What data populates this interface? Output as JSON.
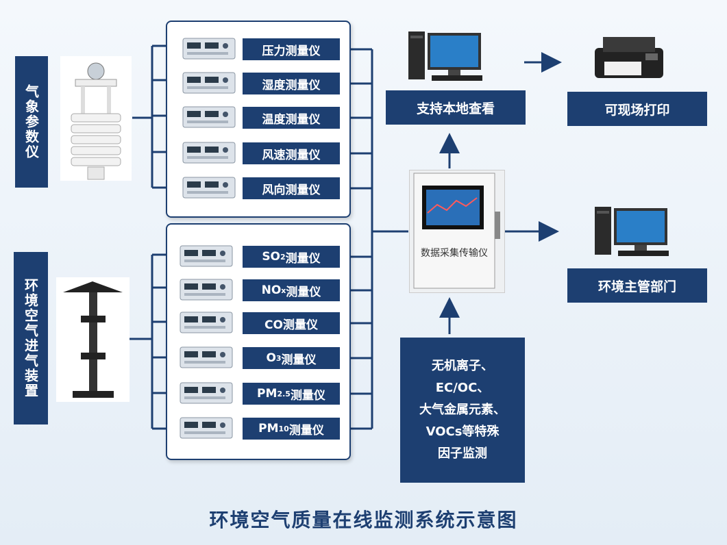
{
  "title": "环境空气质量在线监测系统示意图",
  "left": {
    "weather_label": "气象参数仪",
    "air_inlet_label": "环境空气进气装置"
  },
  "weather_instruments": [
    "压力测量仪",
    "湿度测量仪",
    "温度测量仪",
    "风速测量仪",
    "风向测量仪"
  ],
  "gas_instruments": {
    "so2_main": "SO",
    "so2_sub": "2",
    "so2_suffix": "测量仪",
    "nox_main": "NO",
    "nox_sub": "x",
    "nox_suffix": "测量仪",
    "co": "CO测量仪",
    "o3_main": "O",
    "o3_sub": "3",
    "o3_suffix": "测量仪",
    "pm25_main": "PM",
    "pm25_sub": "2.5",
    "pm25_suffix": "测量仪",
    "pm10_main": "PM",
    "pm10_sub": "10",
    "pm10_suffix": "测量仪"
  },
  "center": {
    "cabinet_label": "数据采集传输仪",
    "pollutants_lines": [
      "无机离子、",
      "EC/OC、",
      "大气金属元素、",
      "VOCs等特殊",
      "因子监测"
    ]
  },
  "destinations": {
    "local_view": "支持本地查看",
    "print": "可现场打印",
    "authority": "环境主管部门"
  },
  "colors": {
    "navy": "#1d3f71",
    "background": "#eef3f9"
  }
}
